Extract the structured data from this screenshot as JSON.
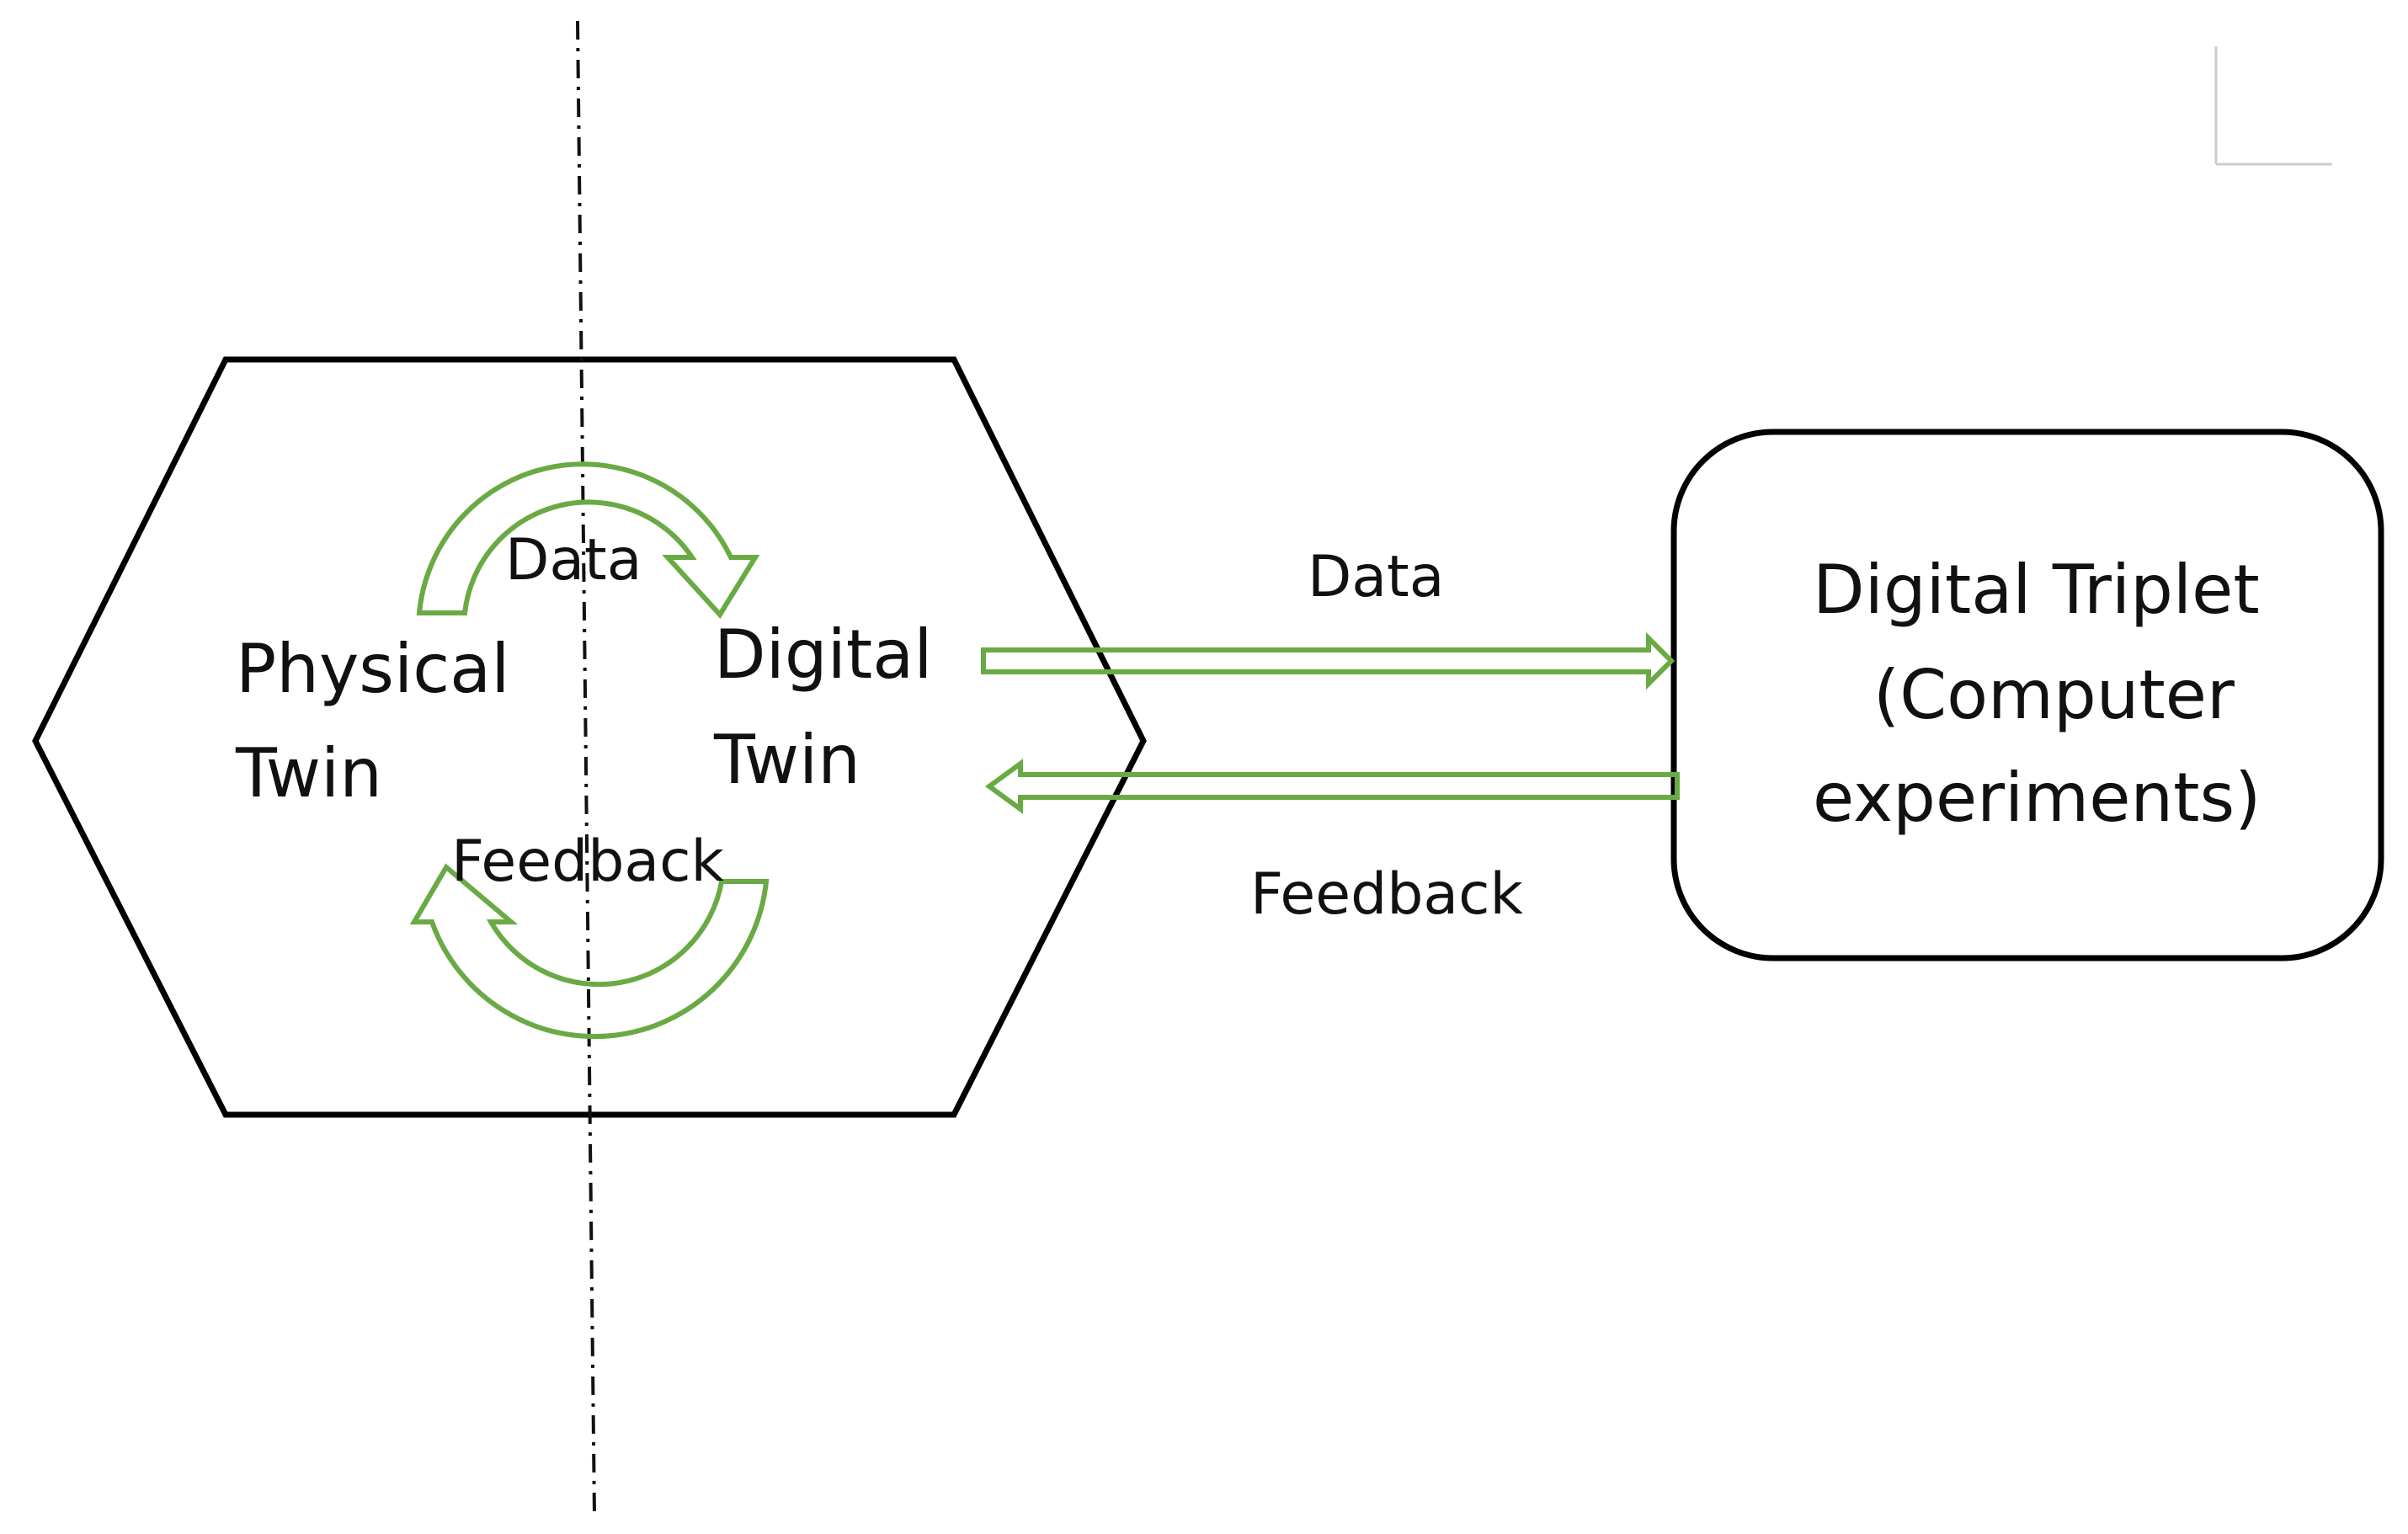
{
  "diagram": {
    "hexagon": {
      "physical_label_line1": "Physical",
      "physical_label_line2": "Twin",
      "digital_label_line1": "Digital",
      "digital_label_line2": "Twin",
      "inner_data_label": "Data",
      "inner_feedback_label": "Feedback"
    },
    "triplet_box": {
      "line1": "Digital Triplet",
      "line2": "(Computer",
      "line3": "experiments)"
    },
    "outer_data_label": "Data",
    "outer_feedback_label": "Feedback"
  },
  "colors": {
    "outline": "#000000",
    "arrow_stroke": "#6aaa45",
    "text": "#111111",
    "background": "#ffffff"
  }
}
